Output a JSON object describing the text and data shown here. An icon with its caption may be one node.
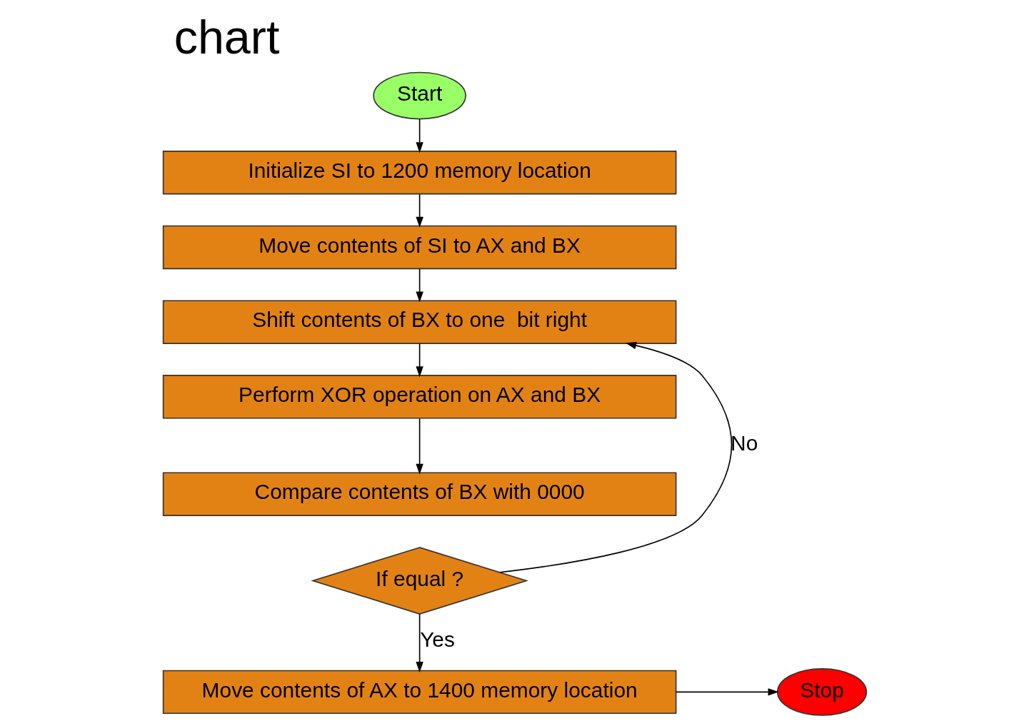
{
  "diagram": {
    "title": "chart",
    "nodes": [
      {
        "text": [
          "Start"
        ]
      },
      {
        "text": [
          "Initialize SI to 1200 memory location"
        ]
      },
      {
        "text": [
          "Move contents of SI to AX and BX"
        ]
      },
      {
        "text": [
          "Shift contents of BX to one  bit right"
        ]
      },
      {
        "text": [
          "Perform XOR operation on AX and BX"
        ]
      },
      {
        "text": [
          "Compare contents of BX with 0000"
        ]
      },
      {
        "text": [
          "If equal ?"
        ]
      },
      {
        "text": [
          "Move contents of AX to 1400 memory location"
        ]
      },
      {
        "text": [
          "Stop"
        ]
      }
    ],
    "edges": [
      {
        "from": 0,
        "to": 1,
        "arrow": "to"
      },
      {
        "from": 1,
        "to": 2,
        "arrow": "to"
      },
      {
        "from": 2,
        "to": 3,
        "arrow": "to"
      },
      {
        "from": 3,
        "to": 4,
        "arrow": "to"
      },
      {
        "from": 4,
        "to": 5,
        "arrow": "to"
      },
      {
        "from": 6,
        "to": 3,
        "arrow": "to",
        "label": "No"
      },
      {
        "from": 6,
        "to": 7,
        "arrow": "to",
        "label": "Yes"
      },
      {
        "from": 7,
        "to": 8,
        "arrow": "to"
      }
    ]
  }
}
